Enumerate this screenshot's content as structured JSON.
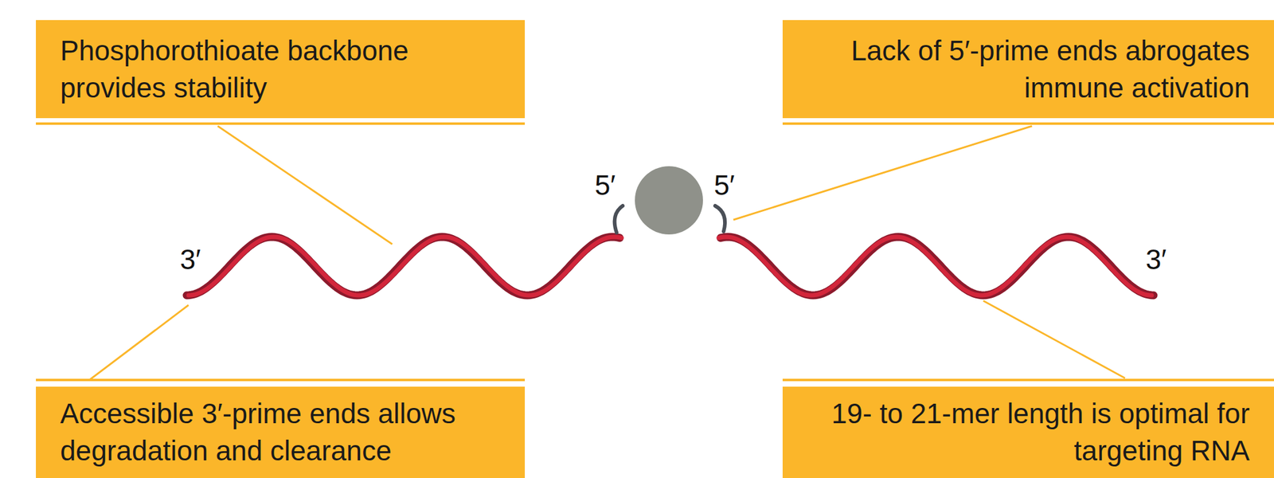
{
  "diagram": {
    "nodes": [
      {
        "text": [
          "Phosphorothioate backbone provides stability"
        ]
      },
      {
        "text": [
          "Lack of 5′-prime ends abrogates immune activation"
        ]
      },
      {
        "text": [
          "Accessible 3′-prime ends allows degradation and clearance"
        ]
      },
      {
        "text": [
          "19- to 21-mer length is optimal for targeting RNA"
        ]
      }
    ],
    "edges": [],
    "labels": [
      "3′",
      "5′",
      "5′",
      "3′"
    ]
  }
}
